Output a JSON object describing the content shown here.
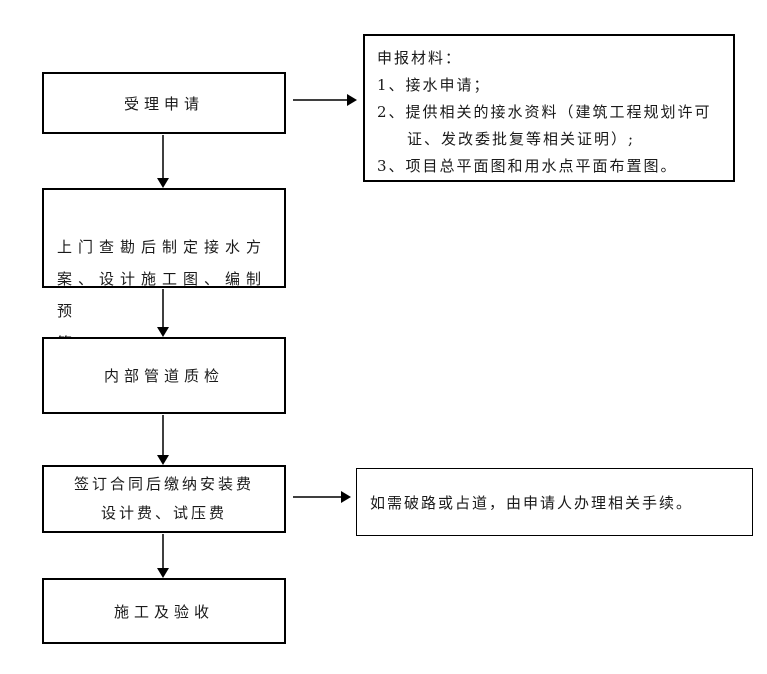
{
  "flow": {
    "steps": [
      {
        "label": "受理申请"
      },
      {
        "label": "上门查勘后制定接水方\n案、设计施工图、编制预\n算"
      },
      {
        "label": "内部管道质检"
      },
      {
        "label": "签订合同后缴纳安装费\n设计费、试压费"
      },
      {
        "label": "施工及验收"
      }
    ],
    "materials": {
      "title": "申报材料：",
      "items": [
        "1、接水申请；",
        "2、提供相关的接水资料（建筑工程规划许可证、发改委批复等相关证明）;",
        "3、项目总平面图和用水点平面布置图。"
      ]
    },
    "side_note": "如需破路或占道，由申请人办理相关手续。"
  },
  "colors": {
    "border": "#000000",
    "arrow_line": "#3f3f3f",
    "arrow_head": "#000000",
    "text": "#1a1a1a",
    "background": "#ffffff"
  }
}
